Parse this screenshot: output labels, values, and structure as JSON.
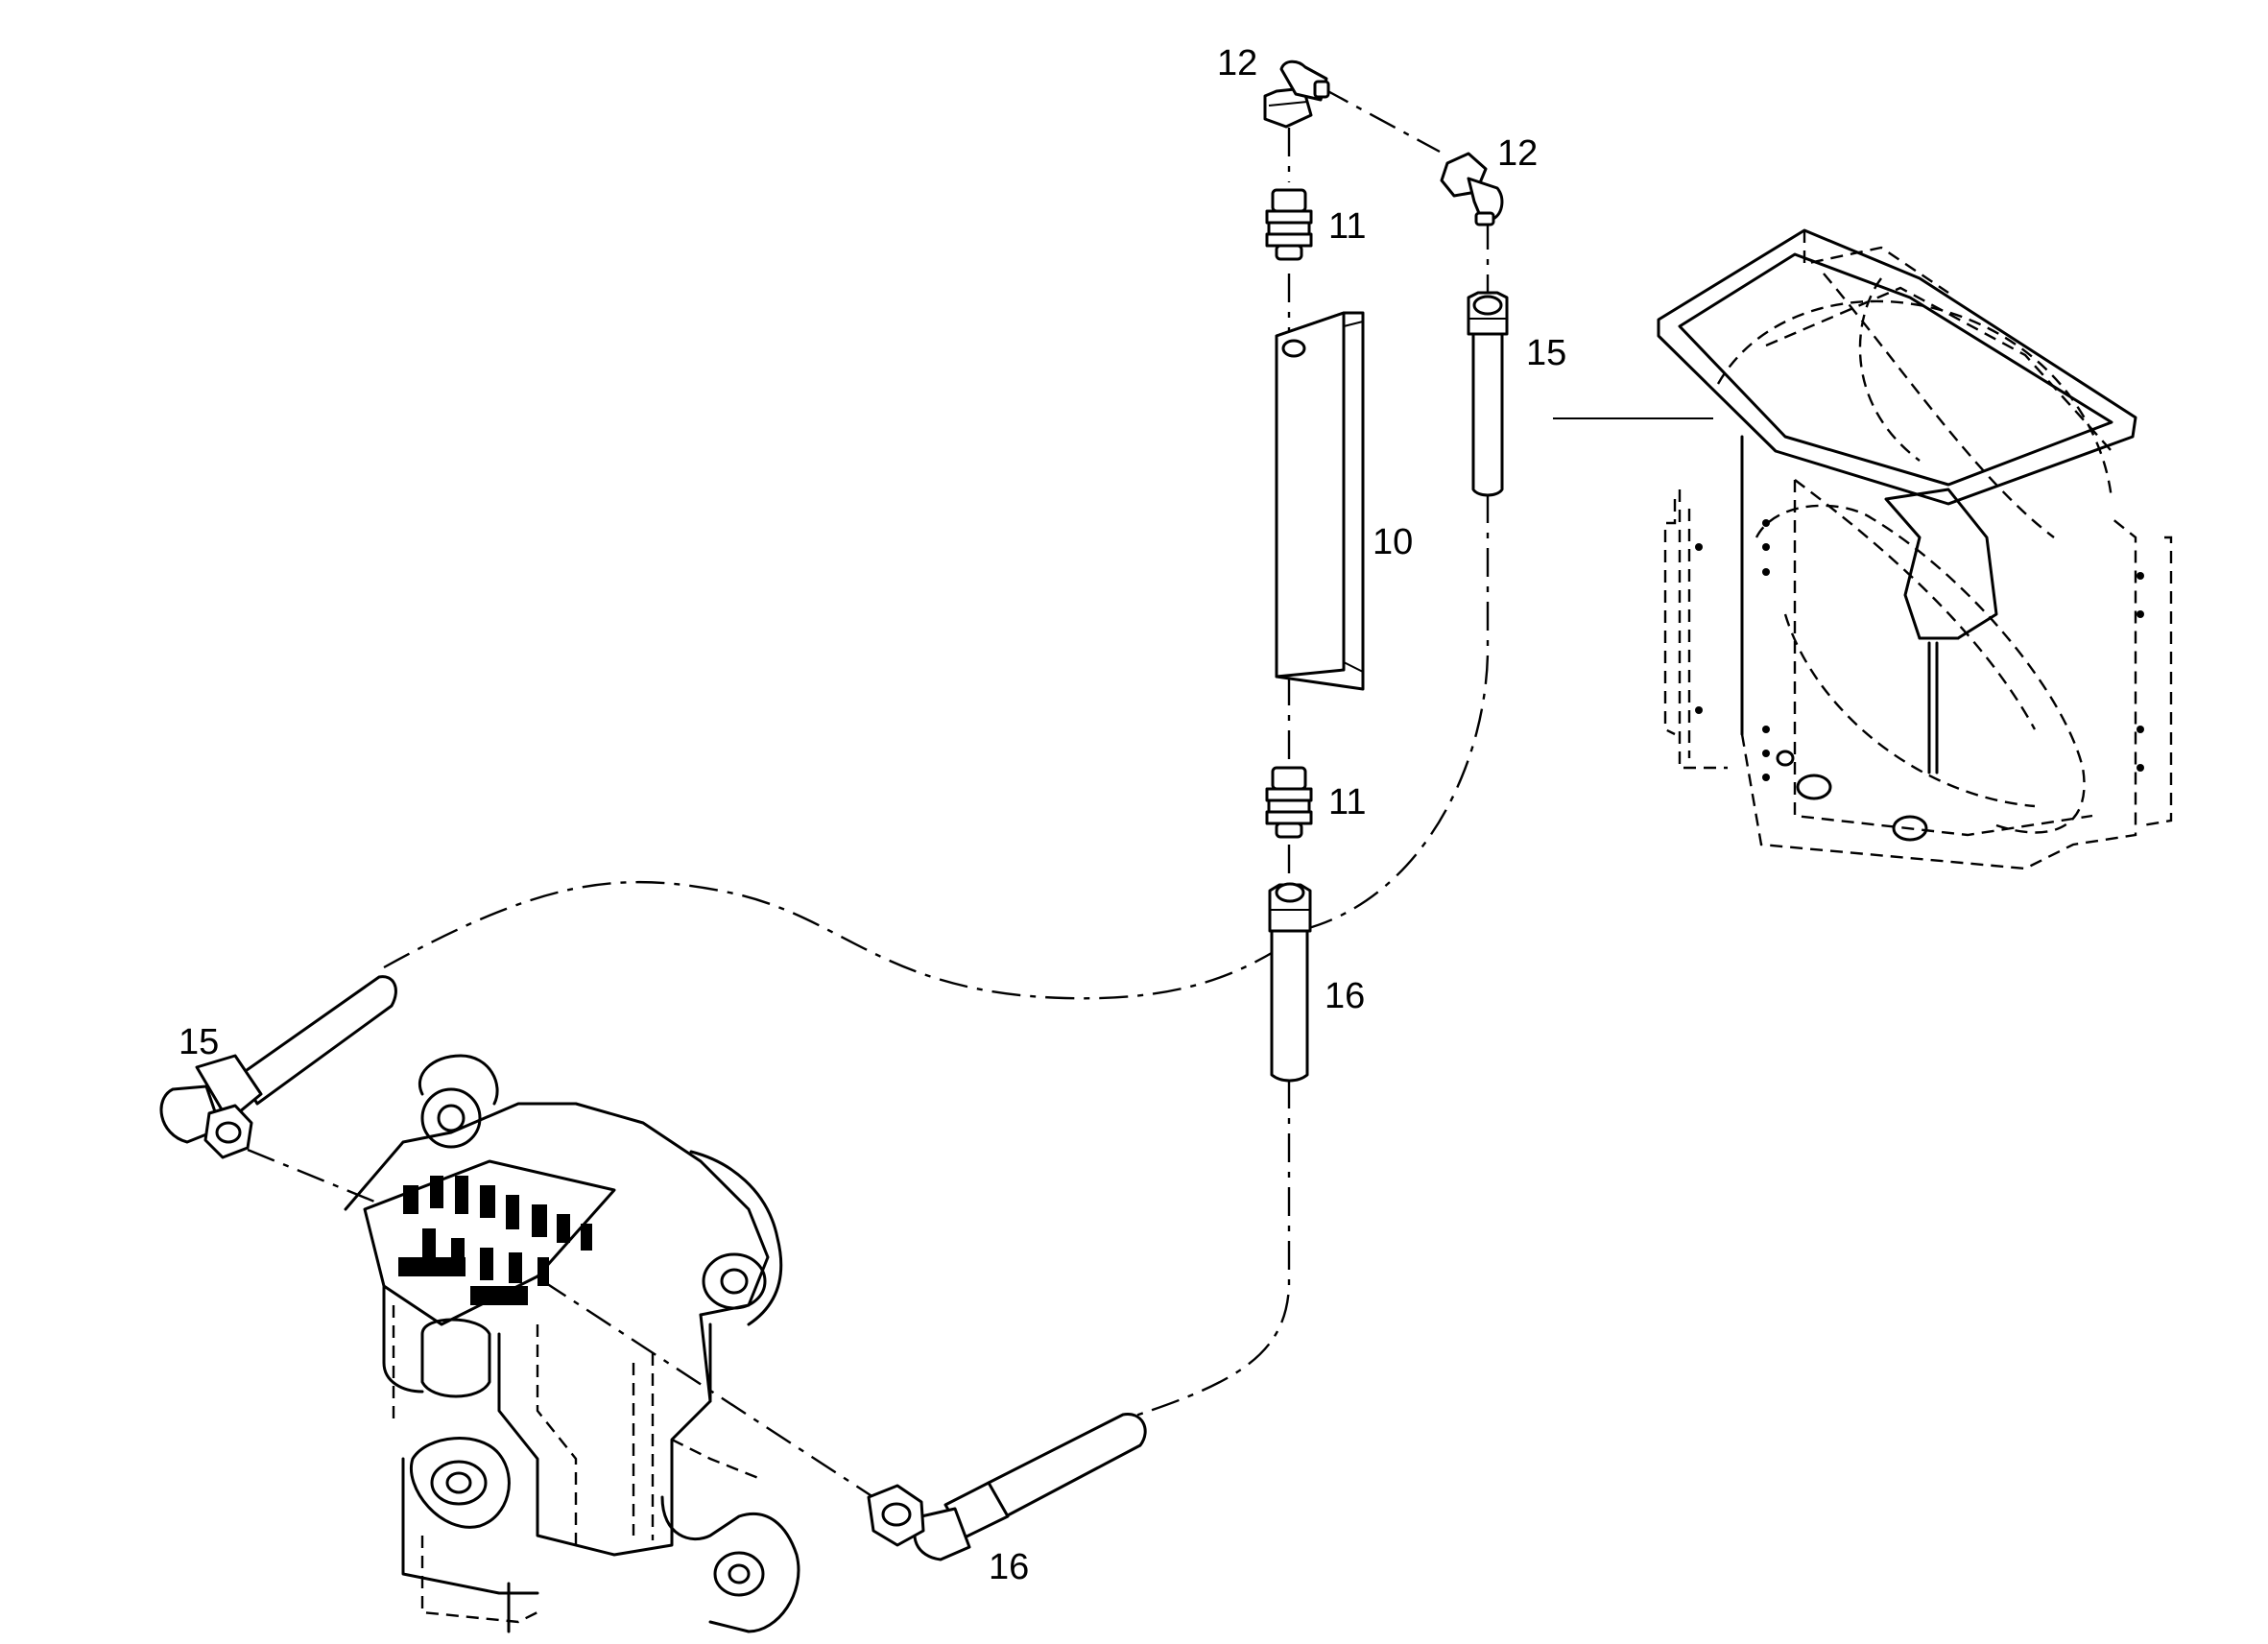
{
  "callouts": [
    {
      "id": "c12a",
      "text": "12"
    },
    {
      "id": "c12b",
      "text": "12"
    },
    {
      "id": "c11a",
      "text": "11"
    },
    {
      "id": "c15a",
      "text": "15"
    },
    {
      "id": "c10",
      "text": "10"
    },
    {
      "id": "c11b",
      "text": "11"
    },
    {
      "id": "c16a",
      "text": "16"
    },
    {
      "id": "c15b",
      "text": "15"
    },
    {
      "id": "c16b",
      "text": "16"
    }
  ]
}
